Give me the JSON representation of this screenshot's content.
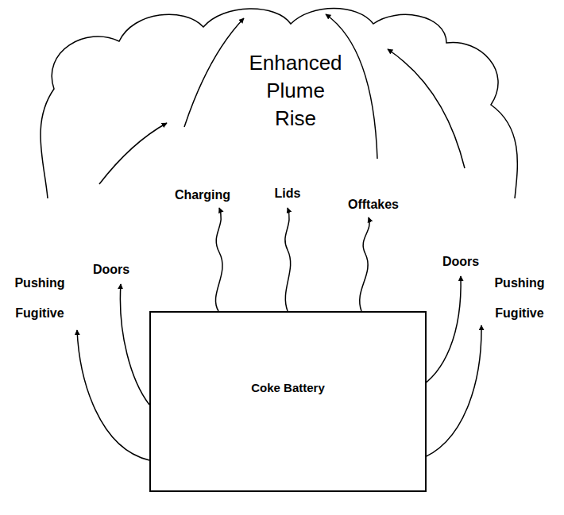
{
  "diagram": {
    "nodes": [
      {
        "text": [
          "Enhanced Plume Rise"
        ]
      },
      {
        "text": [
          "Coke Battery"
        ]
      }
    ],
    "labels": [
      "Pushing Fugitive",
      "Doors",
      "Charging",
      "Lids",
      "Offtakes",
      "Doors",
      "Pushing Fugitive"
    ]
  }
}
